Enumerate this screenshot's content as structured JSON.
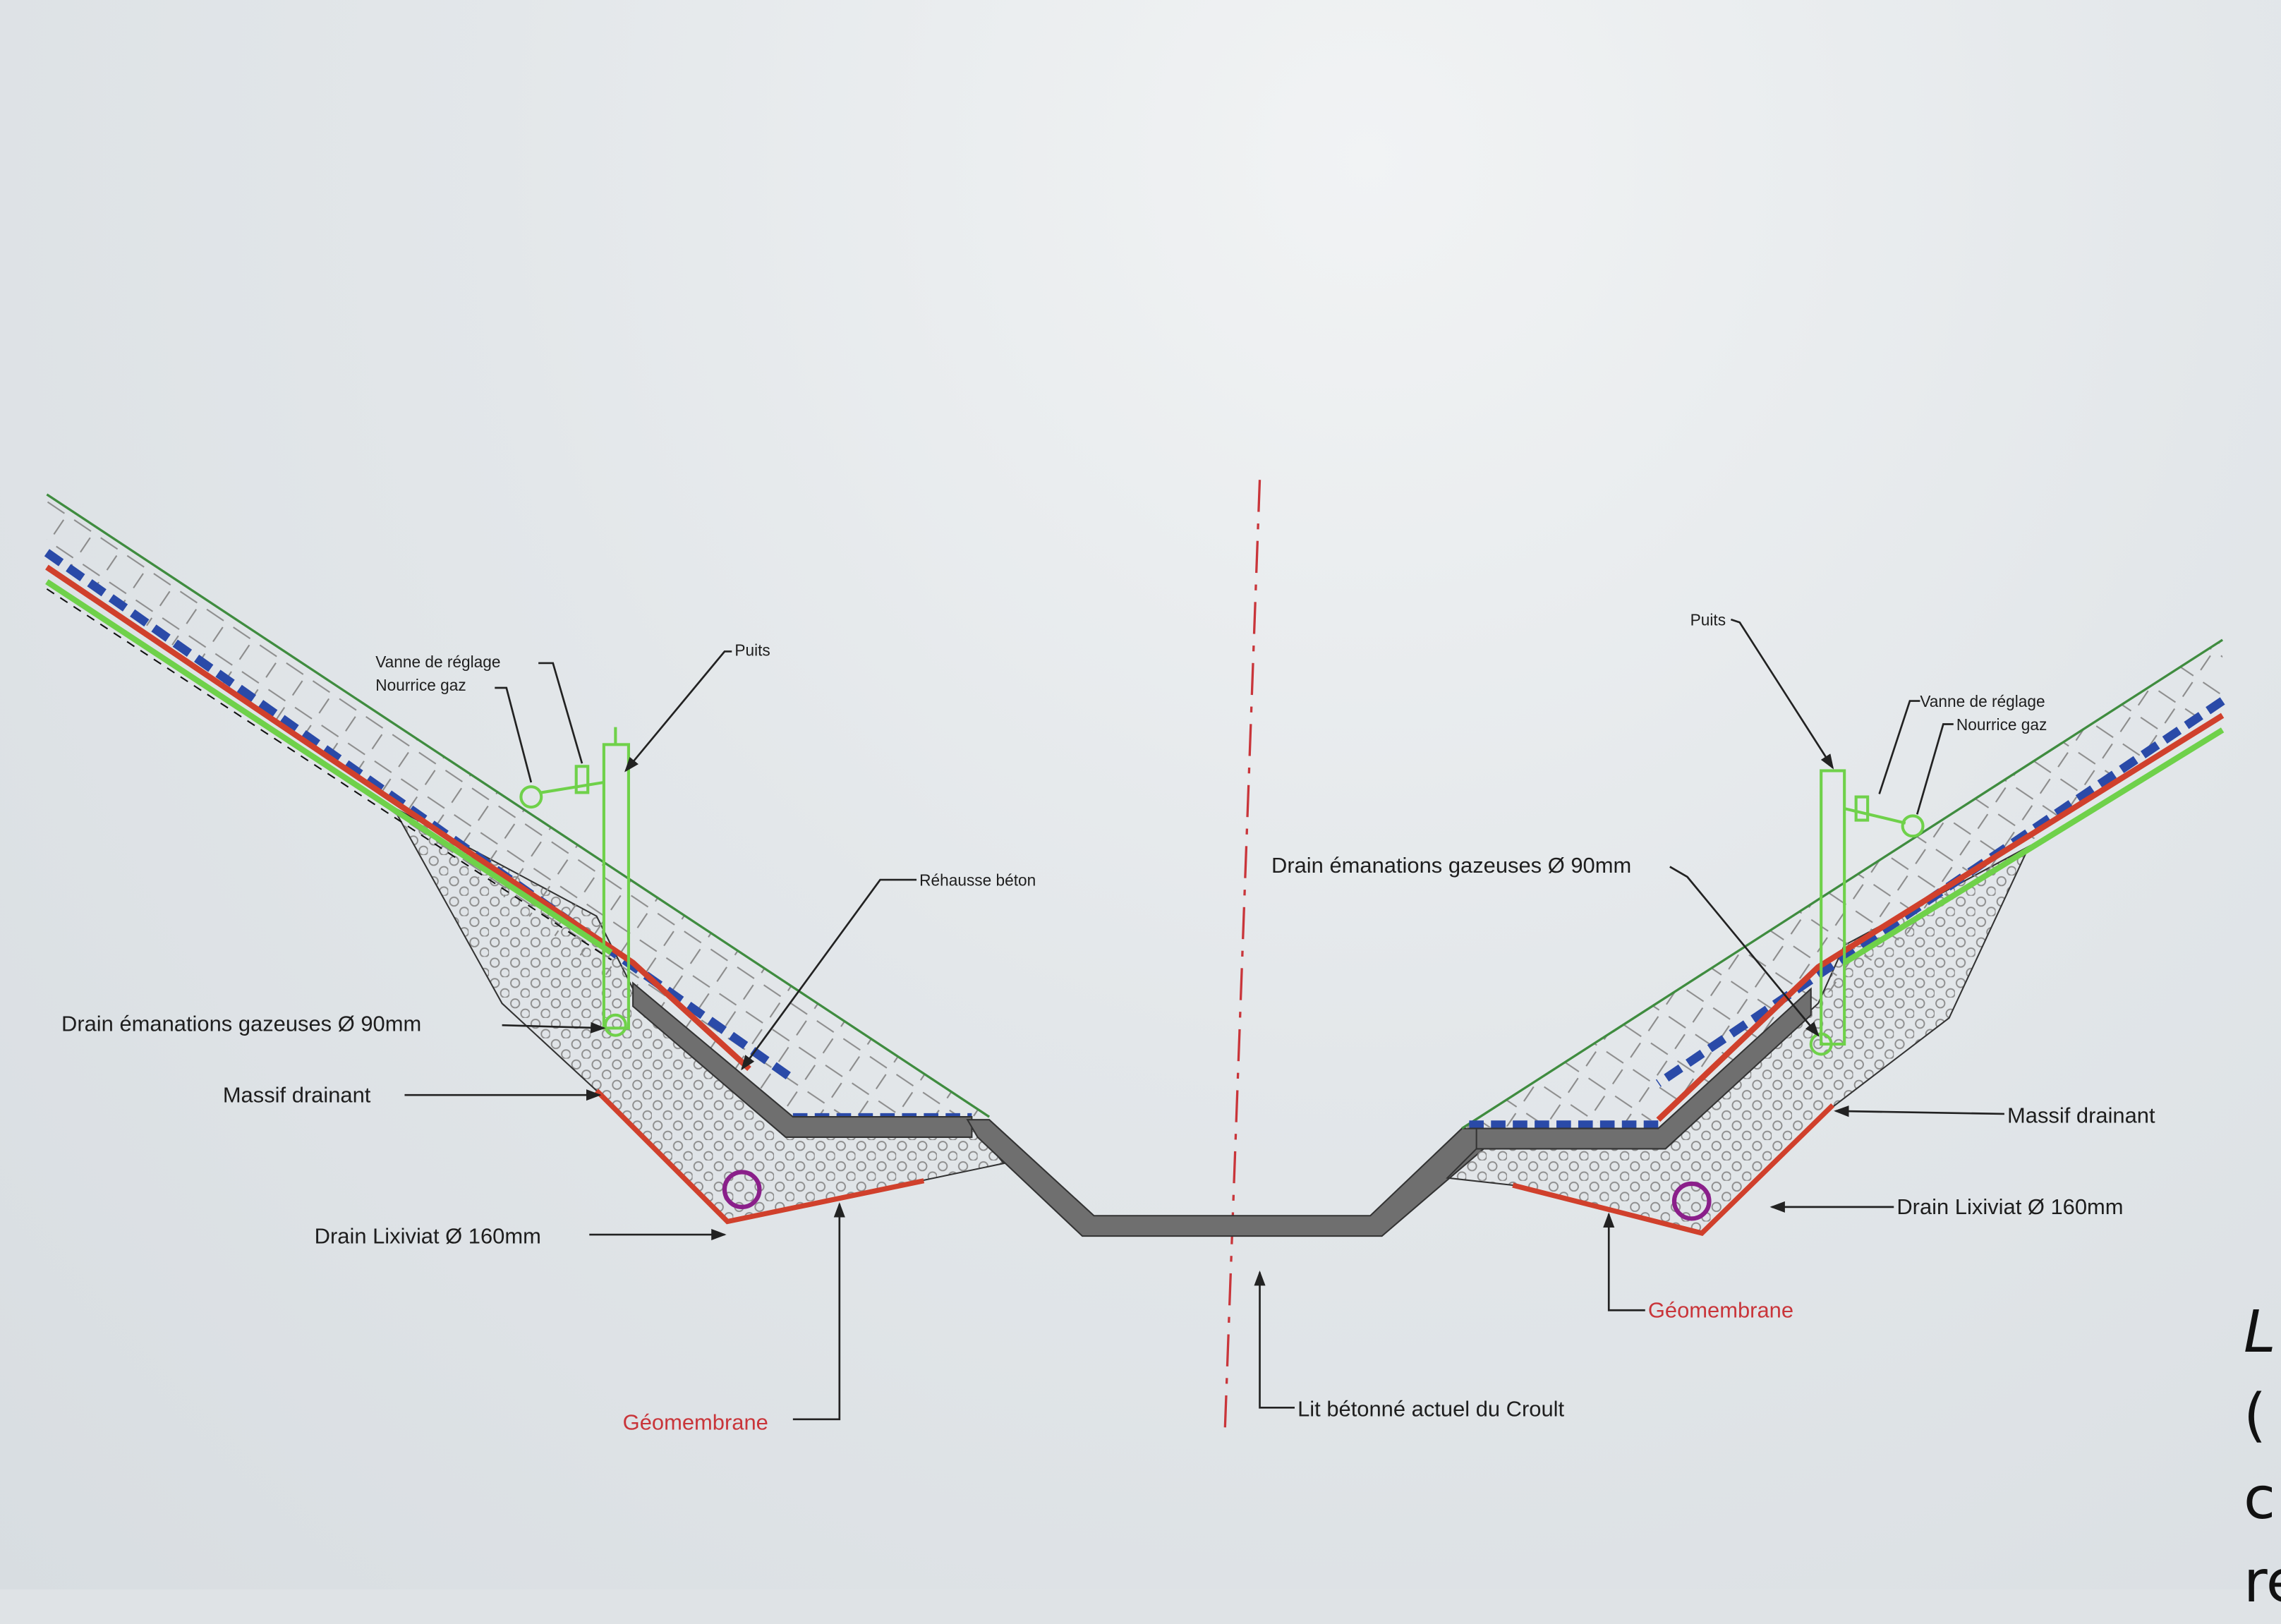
{
  "diagram": {
    "labels": {
      "left_vanne": "Vanne de réglage",
      "left_nourrice": "Nourrice gaz",
      "left_puits": "Puits",
      "rehausse": "Réhausse béton",
      "left_drain_gaz": "Drain émanations gazeuses Ø 90mm",
      "left_massif": "Massif drainant",
      "left_drain_lixiviat": "Drain Lixiviat Ø 160mm",
      "left_geomembrane": "Géomembrane",
      "lit_beton": "Lit bétonné actuel du Croult",
      "right_puits": "Puits",
      "right_vanne": "Vanne de réglage",
      "right_nourrice": "Nourrice gaz",
      "right_drain_gaz": "Drain émanations gazeuses Ø 90mm",
      "right_massif": "Massif drainant",
      "right_drain_lixiviat": "Drain Lixiviat Ø 160mm",
      "right_geomembrane": "Géomembrane"
    },
    "colors": {
      "membrane_red": "#d0402c",
      "drain_blue": "#2a4aa8",
      "pipe_green": "#6fd14a",
      "concrete_grey": "#6f6f6f",
      "centerline": "#c9353a",
      "geomembrane_text": "#c9353a"
    }
  },
  "side_text": [
    "L",
    "(",
    "c",
    "re"
  ]
}
